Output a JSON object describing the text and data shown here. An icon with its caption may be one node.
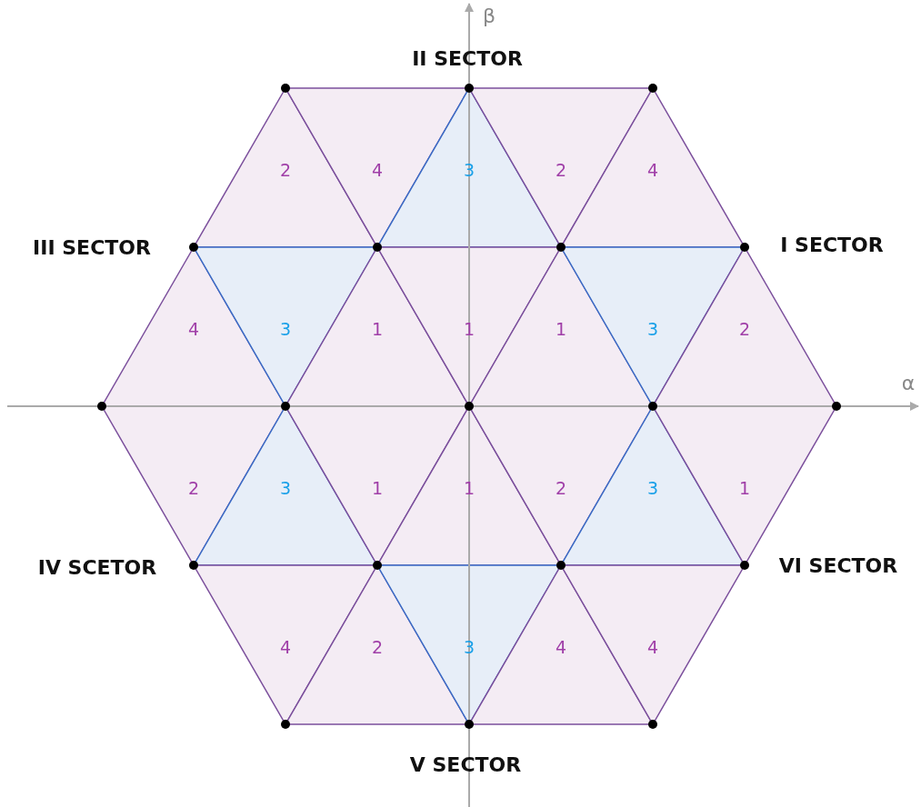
{
  "diagram": {
    "nodes": [
      {
        "text": [
          "2"
        ]
      },
      {
        "text": [
          "4"
        ]
      },
      {
        "text": [
          "3"
        ]
      },
      {
        "text": [
          "2"
        ]
      },
      {
        "text": [
          "4"
        ]
      },
      {
        "text": [
          "4"
        ]
      },
      {
        "text": [
          "3"
        ]
      },
      {
        "text": [
          "1"
        ]
      },
      {
        "text": [
          "1"
        ]
      },
      {
        "text": [
          "1"
        ]
      },
      {
        "text": [
          "3"
        ]
      },
      {
        "text": [
          "2"
        ]
      },
      {
        "text": [
          "2"
        ]
      },
      {
        "text": [
          "3"
        ]
      },
      {
        "text": [
          "1"
        ]
      },
      {
        "text": [
          "1"
        ]
      },
      {
        "text": [
          "2"
        ]
      },
      {
        "text": [
          "3"
        ]
      },
      {
        "text": [
          "1"
        ]
      },
      {
        "text": [
          "4"
        ]
      },
      {
        "text": [
          "2"
        ]
      },
      {
        "text": [
          "3"
        ]
      },
      {
        "text": [
          "4"
        ]
      },
      {
        "text": [
          "4"
        ]
      }
    ],
    "edges": [],
    "labels": [
      "β",
      "II SECTOR",
      "III SECTOR",
      "I SECTOR",
      "α",
      "IV SCETOR",
      "VI SECTOR",
      "V SECTOR"
    ]
  }
}
